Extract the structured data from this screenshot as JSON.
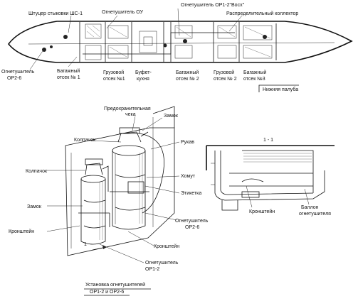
{
  "top_view": {
    "labels": {
      "docking_fitting": "Штуцер стыковки ШС-1",
      "extinguisher_ou": "Огнетушитель ОУ",
      "extinguisher_op1_2": "Огнетушитель ОР1-2\"Восх\"",
      "distribution_collector": "Распределительный коллектор",
      "extinguisher_op2_6": "Огнетушитель ОР2-6",
      "baggage_1": "Багажный отсек № 1",
      "cargo_1": "Грузовой отсек №1",
      "buffet": "Буфет-кухня",
      "baggage_2": "Багажный отсек № 2",
      "cargo_2": "Грузовой отсек № 2",
      "baggage_3": "Багажный отсек № 3",
      "lower_deck": "Нижняя палуба"
    }
  },
  "install_view": {
    "labels": {
      "safety_cover": "Предохранительная чека",
      "lock_top": "Замок",
      "cap_top": "Колпачок",
      "handle": "Рукав",
      "cap_left": "Колпачок",
      "clamp": "Хомут",
      "label_tag": "Этикетка",
      "lock_left": "Замок",
      "bracket_left": "Кронштейн",
      "extinguisher_op2_6": "Огнетушитель ОР2-6",
      "bracket_bottom": "Кронштейн",
      "extinguisher_op1_2": "Огнетушитель ОР1-2",
      "arrow_1": "1",
      "caption": "Установка огнетушителей ОР1-2 и ОР2-6"
    }
  },
  "section_view": {
    "labels": {
      "title": "1 - 1",
      "bracket": "Кронштейн",
      "cylinder": "Баллон огнетушителя"
    }
  }
}
